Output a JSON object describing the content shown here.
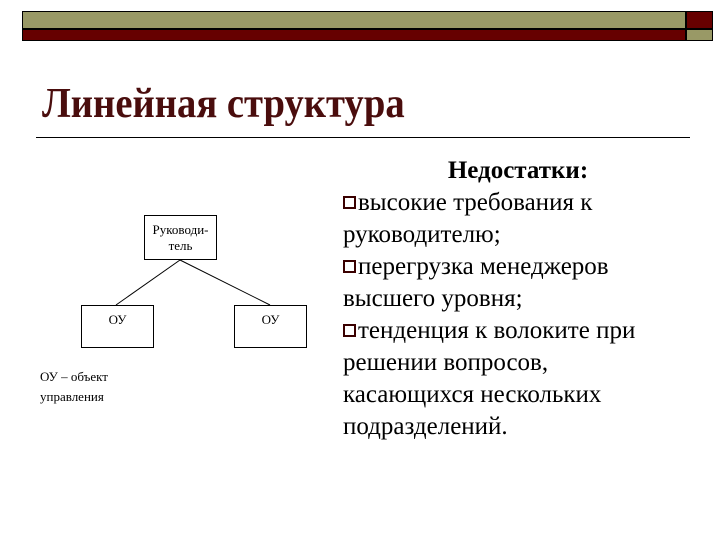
{
  "slide": {
    "title": "Линейная структура",
    "colors": {
      "olive": "#999966",
      "maroon": "#660000",
      "title": "#4a0d0d"
    }
  },
  "diagram": {
    "leader": {
      "line1": "Руководи-",
      "line2": "тель"
    },
    "children": [
      {
        "label": "ОУ"
      },
      {
        "label": "ОУ"
      }
    ],
    "legend": {
      "line1": "ОУ – объект",
      "line2": "управления"
    }
  },
  "disadvantages": {
    "heading": "Недостатки:",
    "items": [
      {
        "text": "высокие требования к руководителю;"
      },
      {
        "text": "перегрузка менеджеров высшего уровня;"
      },
      {
        "text": "тенденция к волоките при решении вопросов, касающихся нескольких подразделений."
      }
    ]
  }
}
